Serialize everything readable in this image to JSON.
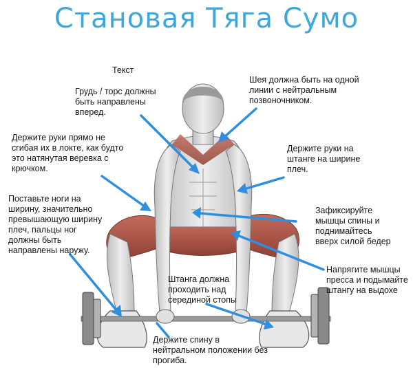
{
  "title": "Становая Тяга Сумо",
  "caption": "Текст",
  "labels": {
    "chest": "Грудь / торс должны\nбыть направлены\nвперед.",
    "neck": "Шея должна быть на одной\nлинии с нейтральным\nпозвоночником.",
    "arms_straight": "Держите руки прямо не\nсгибая их в локте, как будто\nэто натянутая веревка с\nкрючком.",
    "grip_width": "Держите руки на\nштанге на ширине\nплеч.",
    "feet": "Поставьте ноги на\nширину, значительно\nпревышающую ширину\nплеч, пальцы ног\nдолжны быть\nнаправлены наружу.",
    "back_fix": "Зафиксируйте\nмышцы спины и\nподнимайтесь\nвверх силой бедер",
    "abs": "Напрягите мышцы\nпресса и подымайте\nштангу на выдохе",
    "bar_path": "Штанга должна\nпроходить над\nсерединой стопы",
    "spine": "Держите спину в\nнейтральном положении без\nпрогиба."
  },
  "colors": {
    "title": "#3ea7dc",
    "arrow": "#2f8ede",
    "muscle": "#b8574a",
    "skin": "#d9d9d9"
  }
}
